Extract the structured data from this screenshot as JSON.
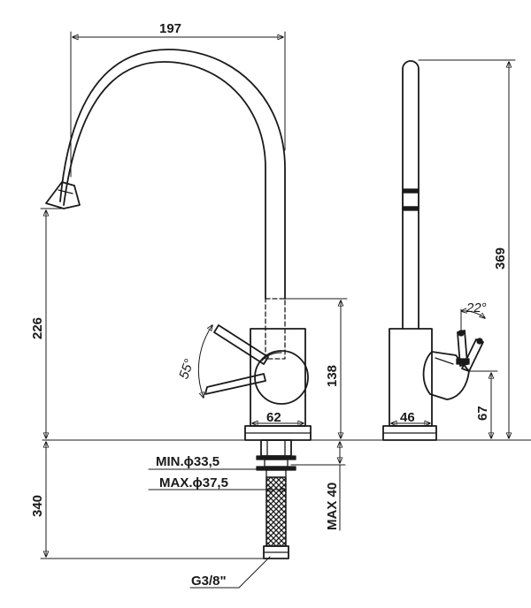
{
  "dimensions": {
    "spout_reach": "197",
    "spout_height": "226",
    "handle_swing": "55°",
    "body_height": "138",
    "body_width": "62",
    "min_hole": "MIN.ϕ33,5",
    "max_hole": "MAX.ϕ37,5",
    "max_deck": "MAX 40",
    "hose_length": "340",
    "thread": "G3/8\"",
    "total_height": "369",
    "lever_tilt": "22°",
    "side_depth": "46",
    "side_lever_height": "67"
  }
}
